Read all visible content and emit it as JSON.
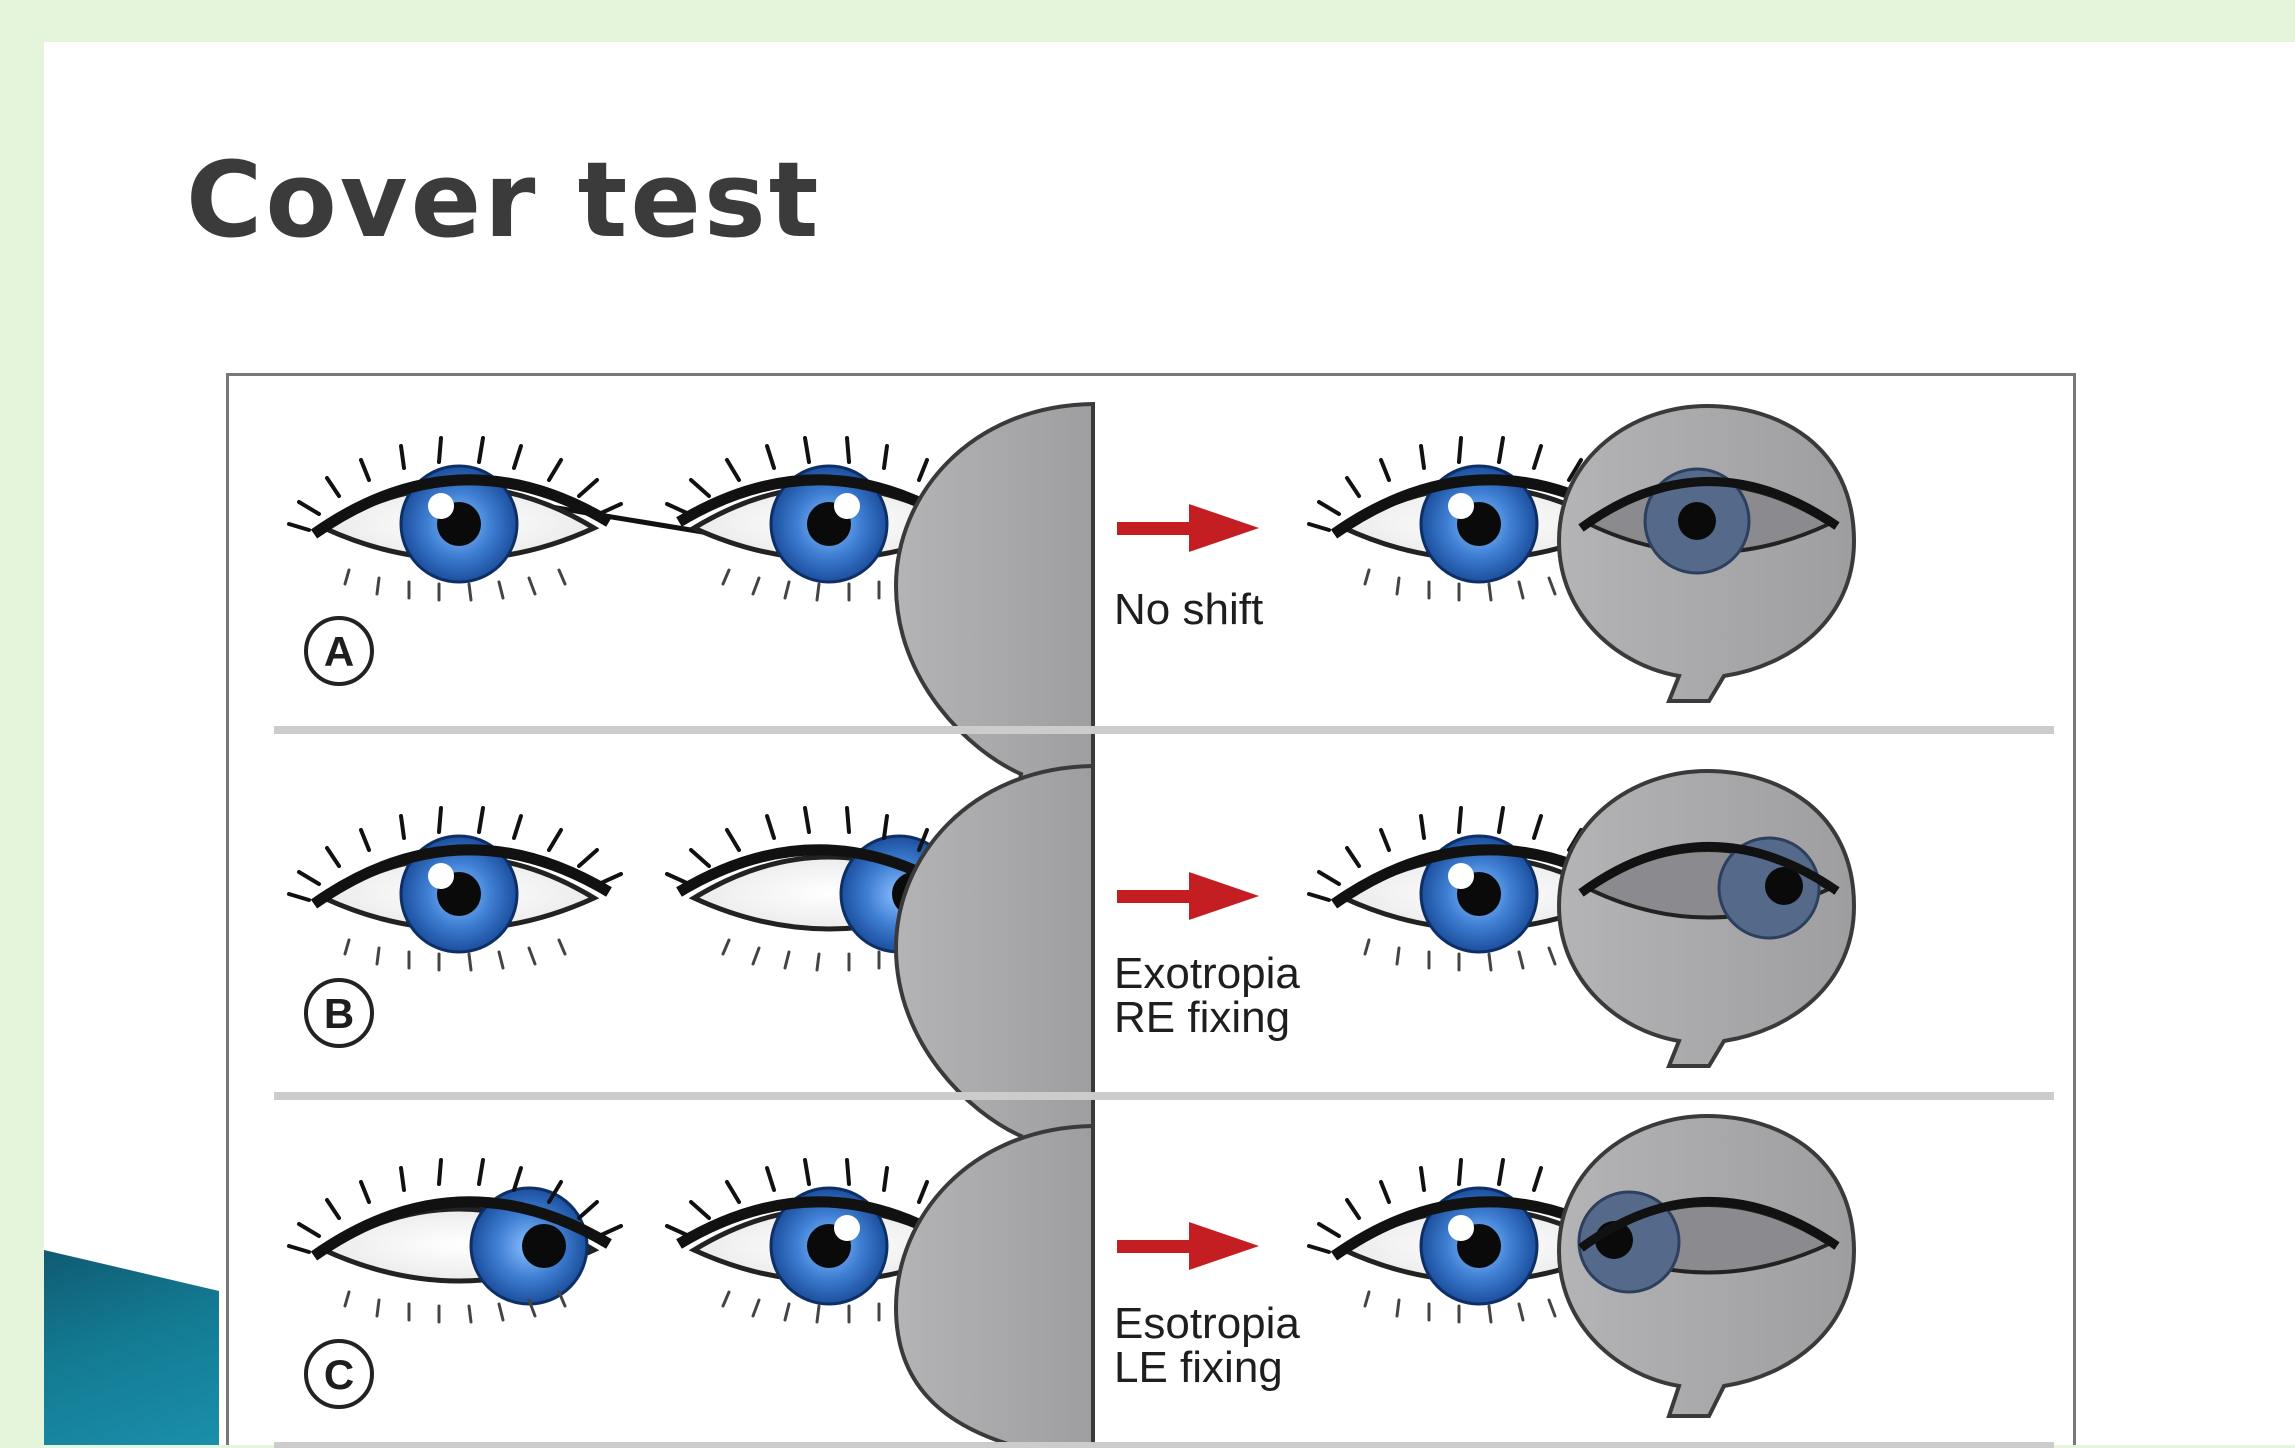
{
  "slide": {
    "title": "Cover test",
    "background_color": "#e4f5dc",
    "accent_color": "#137a92"
  },
  "figure": {
    "rows": [
      {
        "id": "A",
        "label": "A",
        "result_line1": "No shift",
        "result_line2": ""
      },
      {
        "id": "B",
        "label": "B",
        "result_line1": "Exotropia",
        "result_line2": "RE fixing"
      },
      {
        "id": "C",
        "label": "C",
        "result_line1": "Esotropia",
        "result_line2": "LE fixing"
      }
    ],
    "colors": {
      "iris": "#3f7fd3",
      "occluder": "#a9a9ab",
      "arrow": "#c41e23",
      "divider": "#cccccc"
    }
  }
}
